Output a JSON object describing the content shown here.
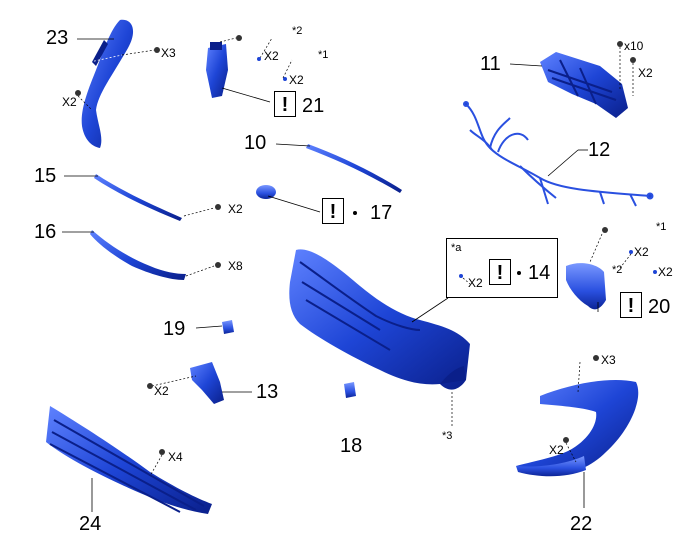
{
  "parts": {
    "p10": "10",
    "p11": "11",
    "p12": "12",
    "p13": "13",
    "p14": "14",
    "p15": "15",
    "p16": "16",
    "p17": "17",
    "p18": "18",
    "p19": "19",
    "p20": "20",
    "p21": "21",
    "p22": "22",
    "p23": "23",
    "p24": "24"
  },
  "quantities": {
    "x3": "X3",
    "x2": "X2",
    "x4": "X4",
    "x8": "X8",
    "x10": "x10"
  },
  "notes": {
    "star1": "*1",
    "star2": "*2",
    "star3": "*3",
    "star_a": "*a"
  },
  "symbols": {
    "warning": "!",
    "bullet": "•"
  },
  "colors": {
    "part_fill": "#1e45d6",
    "part_dark": "#0a1f8a",
    "part_light": "#6f90ff",
    "line": "#000000"
  }
}
